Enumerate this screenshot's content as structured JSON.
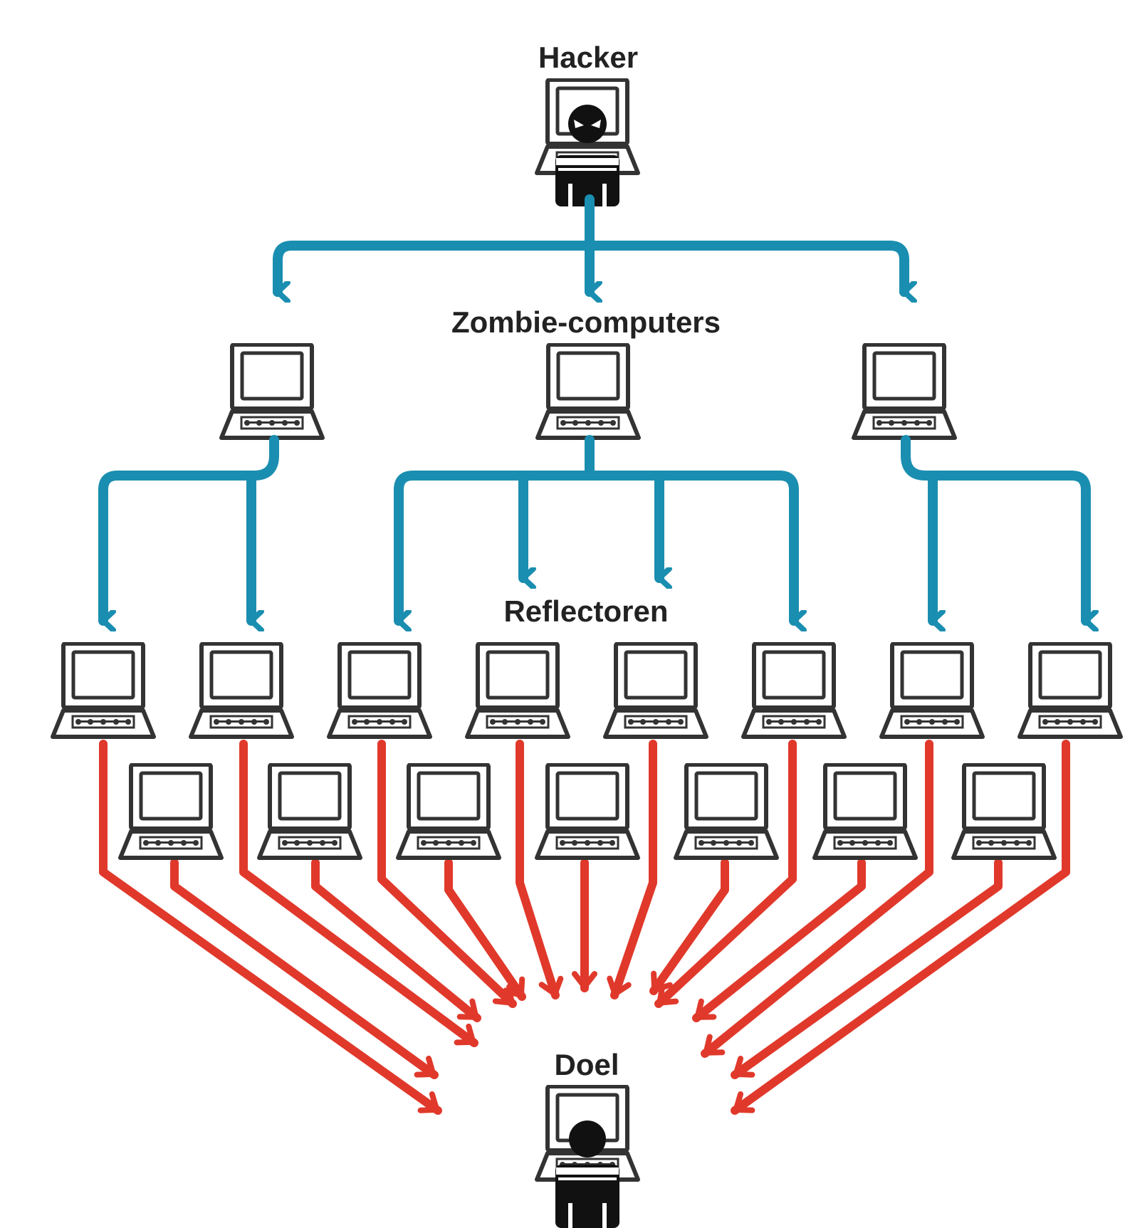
{
  "labels": {
    "hacker": "Hacker",
    "zombies": "Zombie-computers",
    "reflectors": "Reflectoren",
    "target": "Doel"
  },
  "colors": {
    "command_arrow": "#1a8eb0",
    "attack_arrow": "#e0392b",
    "outline": "#333333",
    "figure": "#111111",
    "background": "#ffffff"
  },
  "icons": {
    "hacker": "hacker-at-computer-icon",
    "zombie": "computer-icon",
    "reflector": "computer-icon",
    "target": "person-at-computer-icon"
  },
  "counts": {
    "zombie_computers": 3,
    "reflectors_front_row": 8,
    "reflectors_back_row": 7
  }
}
